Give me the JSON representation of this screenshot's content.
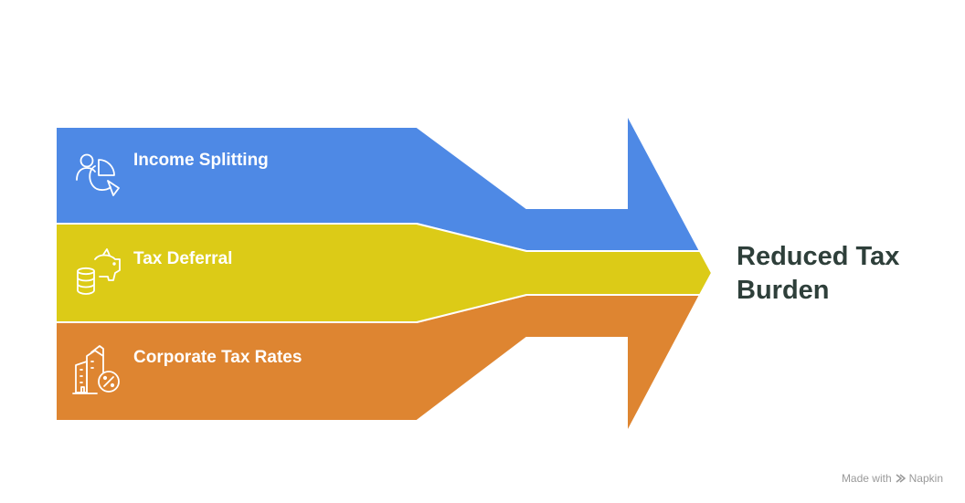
{
  "diagram": {
    "bands": [
      {
        "label": "Income Splitting",
        "color": "#4e89e5",
        "icon": "people-pie-chart-icon"
      },
      {
        "label": "Tax Deferral",
        "color": "#dccb17",
        "icon": "piggy-bank-coins-icon"
      },
      {
        "label": "Corporate Tax Rates",
        "color": "#de8531",
        "icon": "building-percent-icon"
      }
    ],
    "result": {
      "line1": "Reduced Tax",
      "line2": "Burden"
    }
  },
  "footer": {
    "made_with": "Made with",
    "brand": "Napkin"
  }
}
